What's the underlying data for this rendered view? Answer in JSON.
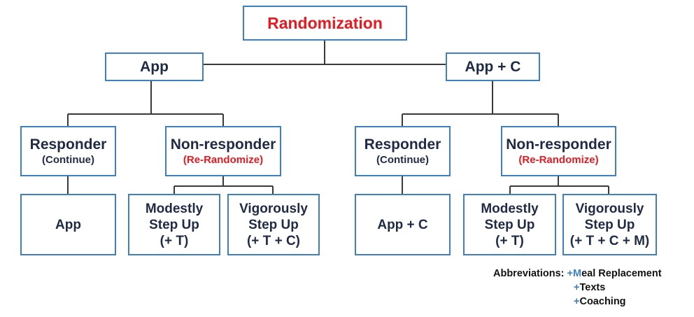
{
  "root": {
    "label": "Randomization"
  },
  "arms": [
    {
      "label": "App"
    },
    {
      "label": "App + C"
    }
  ],
  "left": {
    "responder": {
      "label": "Responder",
      "sub": "(Continue)"
    },
    "nonresponder": {
      "label": "Non-responder",
      "sub": "(Re-Randomize)"
    },
    "leaf_responder": {
      "label": "App"
    },
    "leaf_modest": {
      "lines": [
        "Modestly",
        "Step Up",
        "(+ T)"
      ]
    },
    "leaf_vigorous": {
      "lines": [
        "Vigorously",
        "Step Up",
        "(+ T + C)"
      ]
    }
  },
  "right": {
    "responder": {
      "label": "Responder",
      "sub": "(Continue)"
    },
    "nonresponder": {
      "label": "Non-responder",
      "sub": "(Re-Randomize)"
    },
    "leaf_responder": {
      "label": "App + C"
    },
    "leaf_modest": {
      "lines": [
        "Modestly",
        "Step Up",
        "(+ T)"
      ]
    },
    "leaf_vigorous": {
      "lines": [
        "Vigorously",
        "Step Up",
        "(+ T + C + M)"
      ]
    }
  },
  "abbreviations": {
    "heading": "Abbreviations:",
    "items": [
      {
        "plus": "+",
        "initial": "M",
        "rest": "eal Replacement"
      },
      {
        "plus": "+",
        "initial": "T",
        "rest": "exts"
      },
      {
        "plus": "+",
        "initial": "C",
        "rest": "oaching"
      }
    ]
  },
  "colors": {
    "box_border": "#3f7fc0",
    "highlight_red": "#e8191f",
    "connector": "#3a3a3a"
  }
}
